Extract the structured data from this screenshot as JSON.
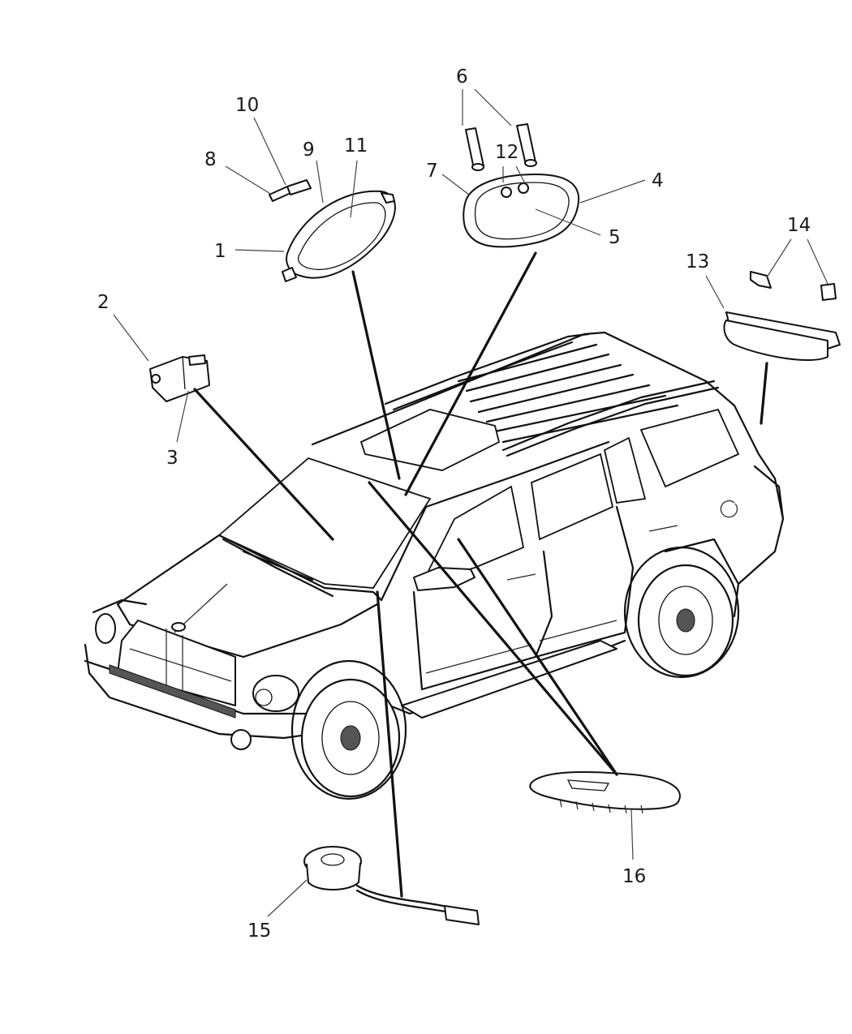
{
  "callouts": [
    {
      "id": "1",
      "label": "1"
    },
    {
      "id": "2",
      "label": "2"
    },
    {
      "id": "3",
      "label": "3"
    },
    {
      "id": "4",
      "label": "4"
    },
    {
      "id": "5",
      "label": "5"
    },
    {
      "id": "6",
      "label": "6"
    },
    {
      "id": "7",
      "label": "7"
    },
    {
      "id": "8",
      "label": "8"
    },
    {
      "id": "9",
      "label": "9"
    },
    {
      "id": "10",
      "label": "10"
    },
    {
      "id": "11",
      "label": "11"
    },
    {
      "id": "12",
      "label": "12"
    },
    {
      "id": "13",
      "label": "13"
    },
    {
      "id": "14",
      "label": "14"
    },
    {
      "id": "15",
      "label": "15"
    },
    {
      "id": "16",
      "label": "16"
    }
  ],
  "colors": {
    "line": "#111111",
    "background": "#ffffff"
  }
}
